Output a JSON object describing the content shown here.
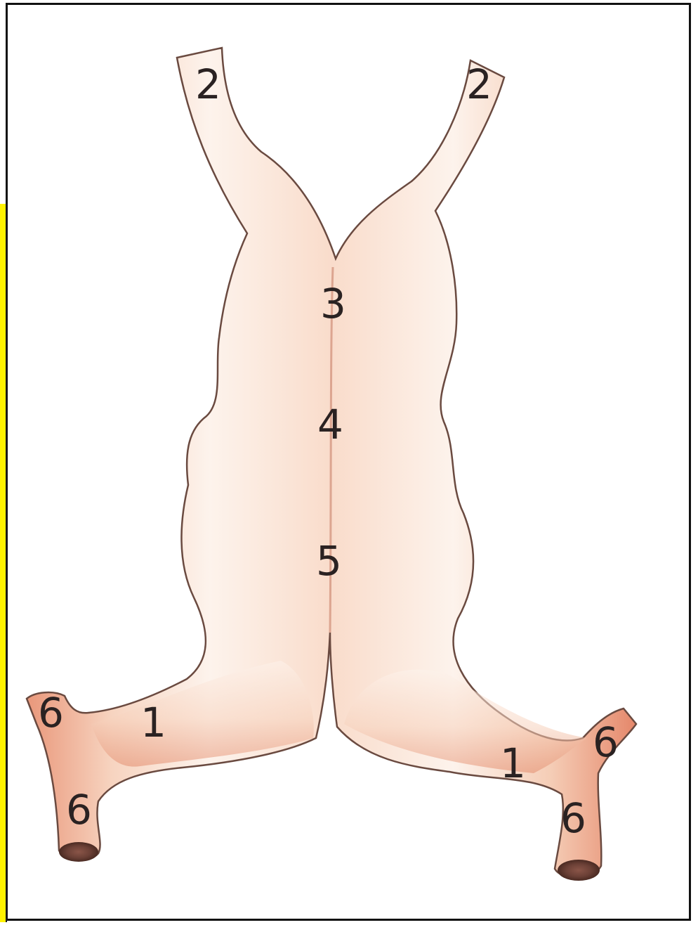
{
  "figure": {
    "labels": [
      {
        "id": "horn-left",
        "text": "2"
      },
      {
        "id": "horn-right",
        "text": "2"
      },
      {
        "id": "body-upper",
        "text": "3"
      },
      {
        "id": "body-middle",
        "text": "4"
      },
      {
        "id": "body-lower",
        "text": "5"
      },
      {
        "id": "leg-left",
        "text": "1"
      },
      {
        "id": "leg-right",
        "text": "1"
      },
      {
        "id": "tip-left-upper",
        "text": "6"
      },
      {
        "id": "tip-left-lower",
        "text": "6"
      },
      {
        "id": "tip-right-upper",
        "text": "6"
      },
      {
        "id": "tip-right-lower",
        "text": "6"
      }
    ]
  },
  "colors": {
    "organ_light": "#fdf2ea",
    "organ_mid": "#f6cfb8",
    "organ_edge": "#e88f6f",
    "organ_outline": "#5a3a30",
    "tip_dark": "#6b4036",
    "frame_border": "#111111",
    "side_strip": "#fff200"
  }
}
